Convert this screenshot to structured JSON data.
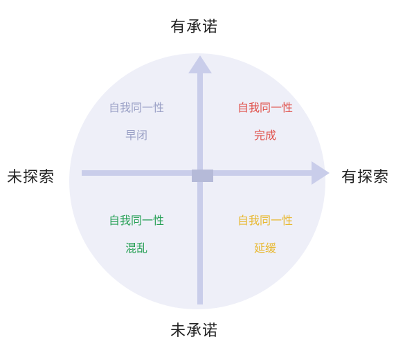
{
  "axes": {
    "top": "有承诺",
    "bottom": "未承诺",
    "left": "未探索",
    "right": "有探索"
  },
  "quadrants": {
    "top_left": {
      "line1": "自我同一性",
      "line2": "早闭",
      "color": "#9aa0c6"
    },
    "top_right": {
      "line1": "自我同一性",
      "line2": "完成",
      "color": "#e0504a"
    },
    "bottom_left": {
      "line1": "自我同一性",
      "line2": "混乱",
      "color": "#27a056"
    },
    "bottom_right": {
      "line1": "自我同一性",
      "line2": "延缓",
      "color": "#e8b830"
    }
  },
  "colors": {
    "background_circle": "#eeeff8",
    "axis": "#c9cdea",
    "center_marker": "#b5bad8"
  }
}
